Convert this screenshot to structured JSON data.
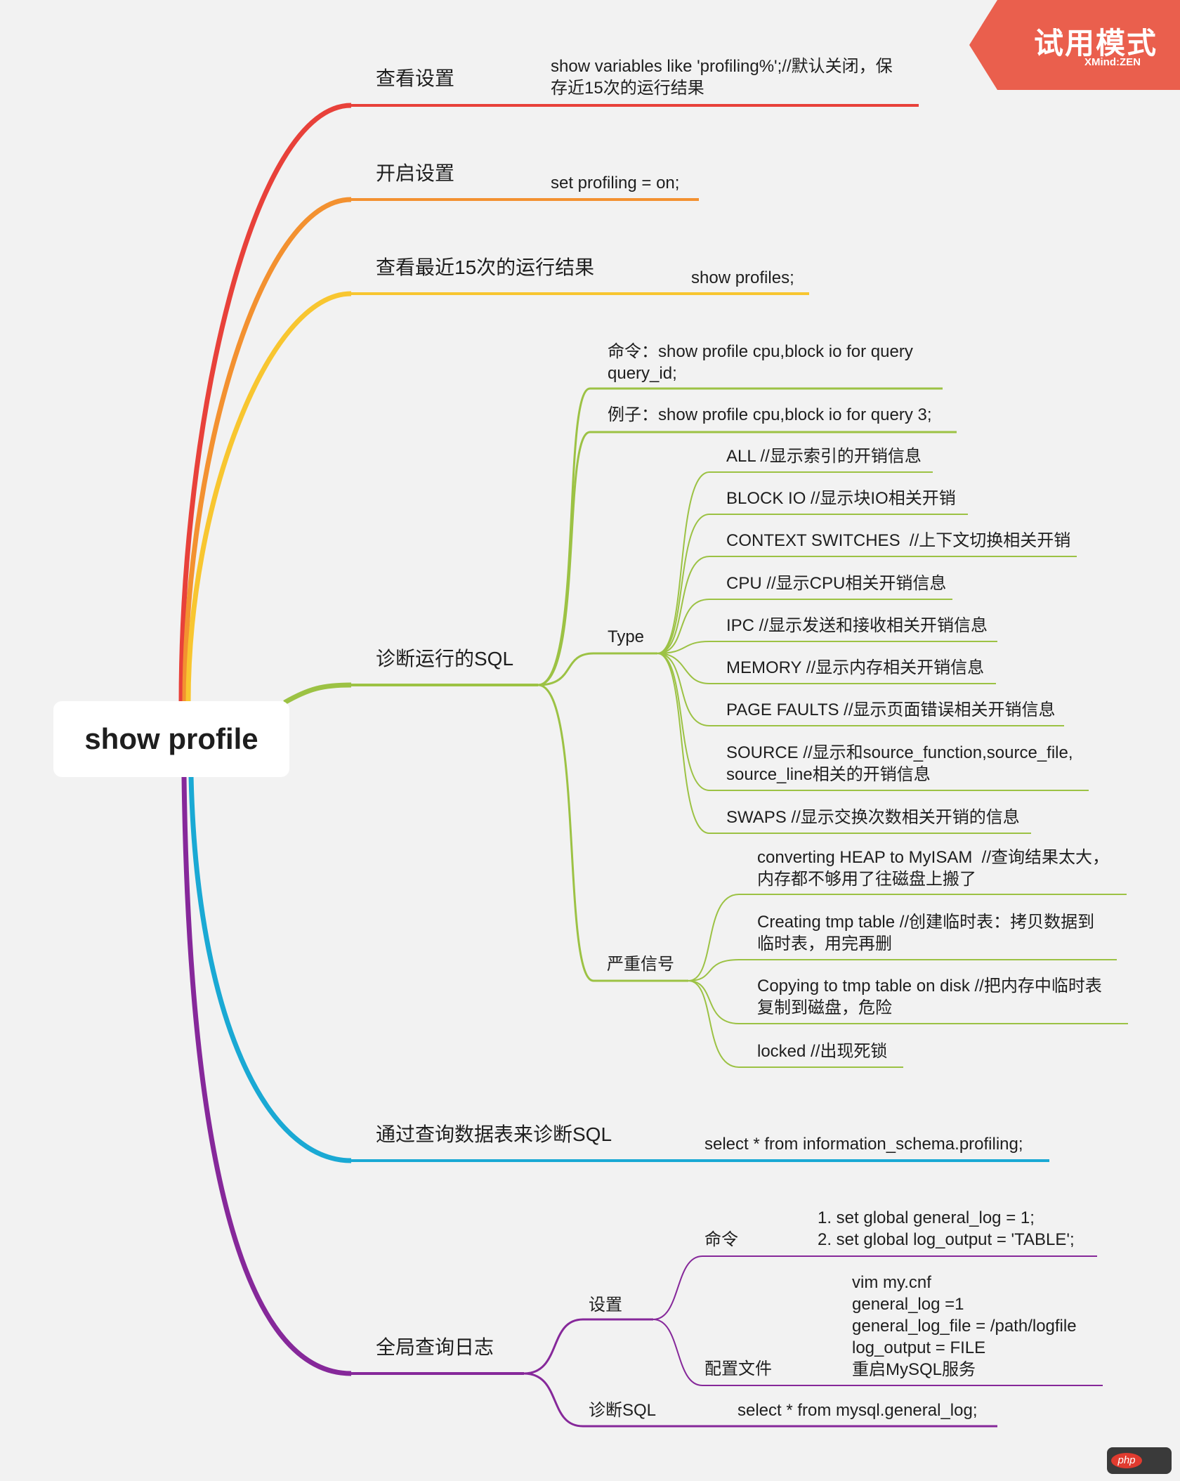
{
  "root": "show profile",
  "trial_badge": {
    "title": "试用模式",
    "subtitle": "XMind:ZEN"
  },
  "branches": {
    "chakan": {
      "label": "查看设置",
      "detail": "show variables like 'profiling%';//默认关闭，保\n存近15次的运行结果",
      "color": "#e8413a"
    },
    "kaiqi": {
      "label": "开启设置",
      "detail": "set profiling = on;",
      "color": "#f39130"
    },
    "zuijin": {
      "label": "查看最近15次的运行结果",
      "detail": "show profiles;",
      "color": "#f8c630"
    },
    "zhenduan": {
      "label": "诊断运行的SQL",
      "color": "#9cc244",
      "command": "命令：show profile cpu,block io for query\nquery_id;",
      "example": "例子：show profile cpu,block io for query 3;",
      "type_label": "Type",
      "types": [
        "ALL //显示索引的开销信息",
        "BLOCK IO //显示块IO相关开销",
        "CONTEXT SWITCHES  //上下文切换相关开销",
        "CPU //显示CPU相关开销信息",
        "IPC //显示发送和接收相关开销信息",
        "MEMORY //显示内存相关开销信息",
        "PAGE FAULTS //显示页面错误相关开销信息",
        "SOURCE //显示和source_function,source_file,\nsource_line相关的开销信息",
        "SWAPS //显示交换次数相关开销的信息"
      ],
      "signal_label": "严重信号",
      "signals": [
        "converting HEAP to MyISAM  //查询结果太大，\n内存都不够用了往磁盘上搬了",
        "Creating tmp table //创建临时表：拷贝数据到\n临时表，用完再删",
        "Copying to tmp table on disk //把内存中临时表\n复制到磁盘，危险",
        "locked //出现死锁"
      ]
    },
    "biao": {
      "label": "通过查询数据表来诊断SQL",
      "detail": "select * from information_schema.profiling;",
      "color": "#1aa9d4"
    },
    "rizhi": {
      "label": "全局查询日志",
      "color": "#86289a",
      "setting": "设置",
      "cmd_label": "命令",
      "cmd_detail": "1. set global general_log = 1;\n2. set global log_output = 'TABLE';",
      "cfg_label": "配置文件",
      "cfg_detail": "vim my.cnf\ngeneral_log =1\ngeneral_log_file = /path/logfile\nlog_output = FILE\n重启MySQL服务",
      "diag_label": "诊断SQL",
      "diag_detail": "select * from mysql.general_log;"
    }
  }
}
